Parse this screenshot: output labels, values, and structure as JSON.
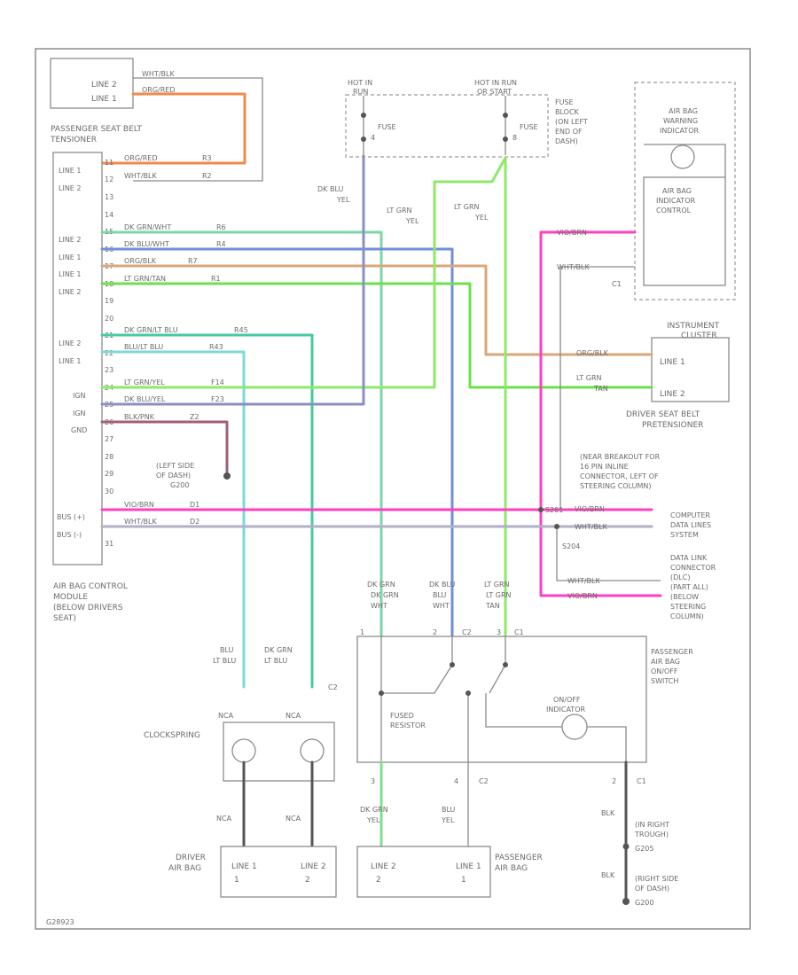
{
  "colors": {
    "orange": "#f08a4b",
    "dk_grn_wht": "#7ed6a6",
    "dk_blu_wht": "#6f8fd8",
    "org_blk": "#d9a77a",
    "lt_grn_tan": "#6be04a",
    "dk_grn_lt_blu": "#48c9a4",
    "blu_lt_blu": "#7ed8d8",
    "lt_grn_yel": "#8fe86a",
    "dk_blu_yel": "#8a90c0",
    "blk_pnk": "#a0607a",
    "violet_brn": "#ff3fbf",
    "wht_blk": "#b0b0c8",
    "lt_grn": "#8fe86a",
    "dk_grn_yel": "#7ee08a",
    "frame": "#8c8c8c"
  },
  "components": {
    "tensioner": {
      "line2": "LINE 2",
      "line1": "LINE 1",
      "title": "PASSENGER SEAT BELT",
      "title2": "TENSIONER"
    },
    "acm": {
      "title": "AIR BAG CONTROL",
      "title2": "MODULE",
      "title3": "(BELOW DRIVERS",
      "title4": "SEAT)",
      "pins": [
        "LINE 1",
        "LINE 2",
        "LINE 2",
        "LINE 1",
        "LINE 1",
        "LINE 2",
        "LINE 2",
        "LINE 1",
        "IGN",
        "IGN",
        "GND",
        "BUS (+)",
        "BUS (-)"
      ],
      "pin_numbers": [
        "11",
        "12",
        "13",
        "14",
        "15",
        "16",
        "17",
        "18",
        "19",
        "20",
        "21",
        "22",
        "23",
        "24",
        "25",
        "26",
        "27",
        "28",
        "29",
        "30",
        "31"
      ],
      "ground_label": "(LEFT SIDE",
      "ground_label2": "OF DASH)",
      "ground_id": "G200"
    },
    "fuse_block": {
      "hot_in": "HOT IN",
      "hot_in2": "RUN",
      "hot_run": "HOT IN RUN",
      "hot_run2": "OR START",
      "fuse": "FUSE",
      "label": "FUSE",
      "label2": "BLOCK",
      "label3": "(ON LEFT",
      "label4": "END OF",
      "label5": "DASH)",
      "fuse_n1": "4",
      "fuse_n2": "8"
    },
    "warning_lamp": {
      "title": "AIR BAG",
      "title2": "WARNING",
      "title3": "INDICATOR",
      "control": "AIR BAG",
      "control2": "INDICATOR",
      "control3": "CONTROL"
    },
    "cluster": {
      "title": "INSTRUMENT",
      "title2": "CLUSTER",
      "cc1": "C1"
    },
    "driver_pretensioner": {
      "line1": "LINE 1",
      "line2": "LINE 2",
      "title": "DRIVER SEAT BELT",
      "title2": "PRETENSIONER"
    },
    "splice_note": {
      "t1": "(NEAR BREAKOUT FOR",
      "t2": "16 PIN INLINE",
      "t3": "CONNECTOR, LEFT OF",
      "t4": "STEERING COLUMN)",
      "s1": "S201",
      "s2": "S204"
    },
    "data_lines": {
      "t1": "COMPUTER",
      "t2": "DATA LINES",
      "t3": "SYSTEM"
    },
    "dlc": {
      "t1": "DATA LINK",
      "t2": "CONNECTOR",
      "t3": "(DLC)",
      "t4": "(PART ALL)",
      "t5": "(BELOW",
      "t6": "STEERING",
      "t7": "COLUMN)"
    },
    "switch": {
      "title": "PASSENGER",
      "title2": "AIR BAG",
      "title3": "ON/OFF",
      "title4": "SWITCH",
      "resistor": "FUSED",
      "resistor2": "RESISTOR",
      "indicator": "ON/OFF",
      "indicator2": "INDICATOR",
      "c1": "C1",
      "c2": "C2",
      "pin1": "1",
      "pin2": "2",
      "pin3": "3",
      "pin4": "4",
      "bot_pins": [
        "3",
        "4",
        "2"
      ]
    },
    "clockspring": {
      "title": "CLOCKSPRING",
      "nca": "NCA",
      "c2": "C2"
    },
    "driver_airbag": {
      "title": "DRIVER",
      "title2": "AIR BAG",
      "line1": "LINE 1",
      "line2": "LINE 2",
      "l1n": "1",
      "l2n": "2"
    },
    "pass_airbag": {
      "title": "PASSENGER",
      "title2": "AIR BAG",
      "line2": "LINE 2",
      "line1": "LINE 1",
      "l2n": "2",
      "l1n": "1"
    },
    "grounds": {
      "g1": "(IN RIGHT",
      "g1b": "TROUGH)",
      "g1c": "G205",
      "g2": "(RIGHT SIDE",
      "g2b": "OF DASH)",
      "g2c": "G200",
      "wire": "BLK"
    }
  },
  "wire_labels": {
    "wht_blk": "WHT/BLK",
    "org_red": "ORG/RED",
    "dk_grn_wht": "DK GRN/WHT",
    "dk_blu_wht": "DK BLU/WHT",
    "org_blk": "ORG/BLK",
    "lt_grn_tan": "LT GRN/TAN",
    "dk_grn_lt_blu": "DK GRN/LT BLU",
    "blu_lt_blu": "BLU/LT BLU",
    "lt_grn_yel": "LT GRN/YEL",
    "dk_blu_yel": "DK BLU/YEL",
    "blk_pnk": "BLK/PNK",
    "vio_brn": "VIO/BRN",
    "dk_blu_v": "DK BLU",
    "yel_v": "YEL",
    "lt_grn_v": "LT GRN",
    "tan_v": "TAN",
    "dk_grn_v": "DK GRN",
    "wht_v": "WHT",
    "dk_blu_v2": "DK BLU",
    "blu_v": "BLU",
    "lt_blu_v": "LT BLU",
    "dk_grn_v2": "DK GRN",
    "lt_blu_v2": "LT BLU",
    "yel_v2": "YEL"
  },
  "circuit_ids": [
    "R3",
    "R2",
    "R6",
    "R4",
    "R7",
    "R1",
    "R45",
    "R43",
    "F14",
    "F23",
    "Z2",
    "D1",
    "D2"
  ],
  "footer_code": "G28923"
}
